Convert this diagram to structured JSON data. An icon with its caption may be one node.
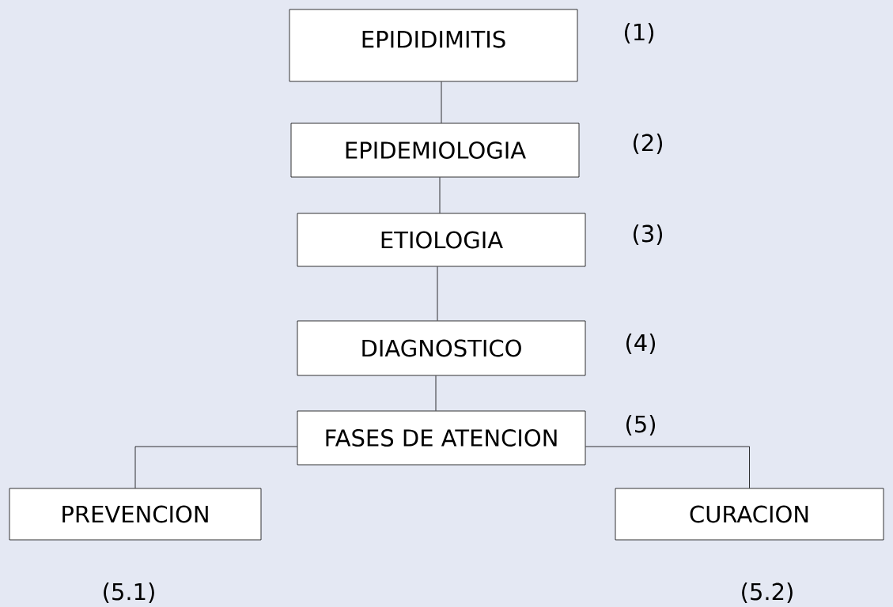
{
  "diagram": {
    "nodes": [
      {
        "text": [
          "EPIDIDIMITIS"
        ],
        "beside": [
          "(1)"
        ]
      },
      {
        "text": [
          "EPIDEMIOLOGIA"
        ],
        "beside": [
          "(2)"
        ]
      },
      {
        "text": [
          "ETIOLOGIA"
        ],
        "beside": [
          "(3)"
        ]
      },
      {
        "text": [
          "DIAGNOSTICO"
        ],
        "beside": [
          "(4)"
        ]
      },
      {
        "text": [
          "FASES DE ATENCION"
        ],
        "beside": [
          "(5)"
        ]
      },
      {
        "text": [
          "PREVENCION"
        ],
        "beside": [
          "(5.1)"
        ]
      },
      {
        "text": [
          "CURACION"
        ],
        "beside": [
          "(5.2)"
        ]
      }
    ],
    "edges": [
      {
        "from": 0,
        "to": 1,
        "arrow": "none"
      },
      {
        "from": 1,
        "to": 2,
        "arrow": "none"
      },
      {
        "from": 2,
        "to": 3,
        "arrow": "none"
      },
      {
        "from": 3,
        "to": 4,
        "arrow": "none"
      },
      {
        "from": 4,
        "to": 5,
        "arrow": "none"
      },
      {
        "from": 4,
        "to": 6,
        "arrow": "none"
      }
    ]
  }
}
